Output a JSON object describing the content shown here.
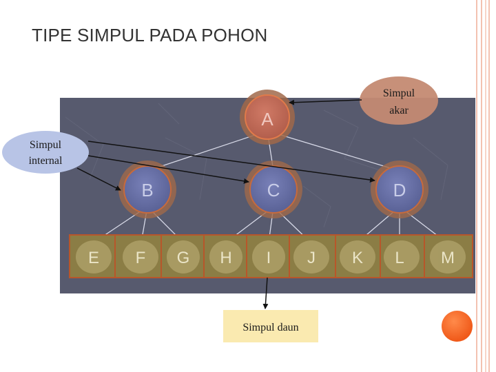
{
  "title": "TIPE SIMPUL PADA POHON",
  "colors": {
    "panel_bg": "#575a6e",
    "node_fill": "#6670a6",
    "node_ring": "#a0694a",
    "root_fill": "#c26b5a",
    "leaf_bar": "#8b7d45",
    "leaf_border": "#b8562a",
    "node_text": "#c9cde8",
    "accent_orange": "#f26b21"
  },
  "tree": {
    "root": "A",
    "internal": [
      "B",
      "C",
      "D"
    ],
    "leaves": [
      "E",
      "F",
      "G",
      "H",
      "I",
      "J",
      "K",
      "L",
      "M"
    ]
  },
  "callouts": {
    "root_line1": "Simpul",
    "root_line2": "akar",
    "internal_line1": "Simpul",
    "internal_line2": "internal",
    "leaf": "Simpul daun"
  }
}
